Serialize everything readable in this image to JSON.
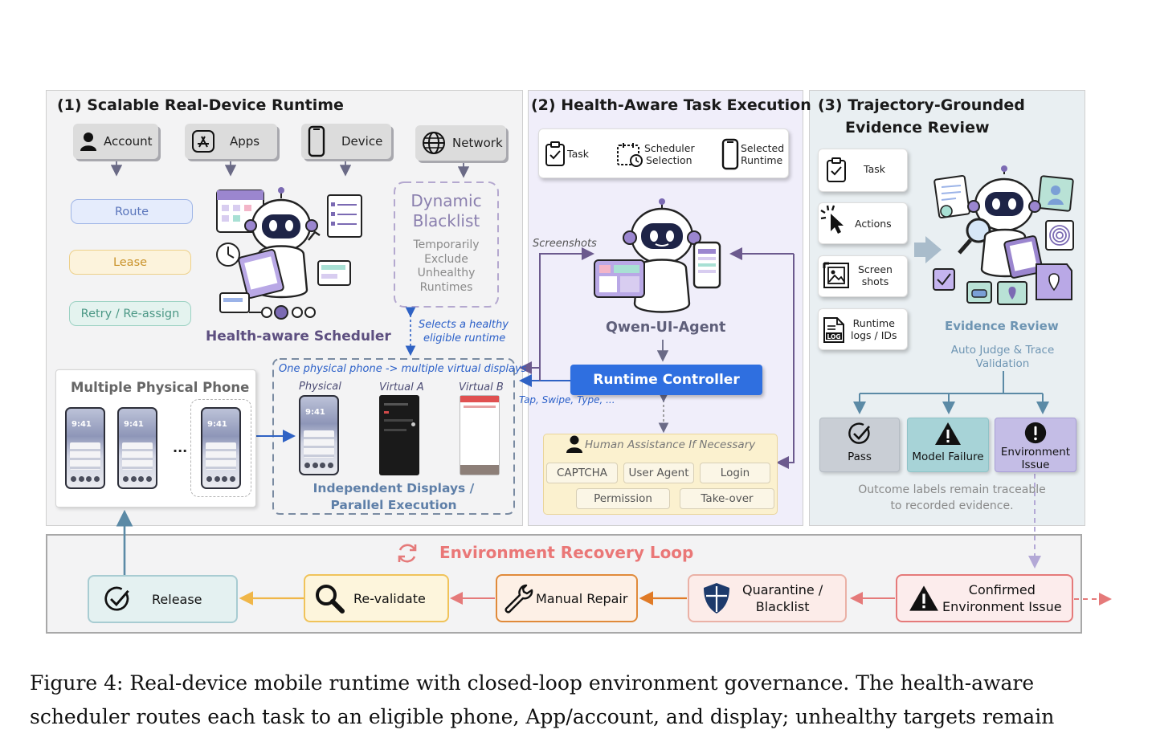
{
  "panels": {
    "p1": {
      "title": "(1) Scalable Real-Device Runtime"
    },
    "p2": {
      "title": "(2) Health-Aware Task Execution"
    },
    "p3": {
      "title_line1": "(3) Trajectory-Grounded",
      "title_line2": "Evidence Review"
    }
  },
  "resources": {
    "account": "Account",
    "apps": "Apps",
    "device": "Device",
    "network": "Network"
  },
  "policies": {
    "route": "Route",
    "lease": "Lease",
    "retry": "Retry / Re-assign"
  },
  "blacklist": {
    "title_line1": "Dynamic",
    "title_line2": "Blacklist",
    "desc_line1": "Temporarily",
    "desc_line2": "Exclude",
    "desc_line3": "Unhealthy",
    "desc_line4": "Runtimes"
  },
  "scheduler": {
    "label": "Health-aware Scheduler",
    "select_line1": "Selects a healthy",
    "select_line2": "eligible runtime"
  },
  "phones": {
    "title": "Multiple Physical Phone",
    "time": "9:41",
    "ellipsis": "...",
    "virtual_caption": "One physical phone -> multiple virtual displays",
    "physical": "Physical",
    "virtual_a": "Virtual A",
    "virtual_b": "Virtual B",
    "independent_line1": "Independent Displays /",
    "independent_line2": "Parallel Execution"
  },
  "flow": {
    "task": "Task",
    "scheduler_line1": "Scheduler",
    "scheduler_line2": "Selection",
    "selected_line1": "Selected",
    "selected_line2": "Runtime"
  },
  "agent": {
    "screenshots": "Screenshots",
    "name": "Qwen-UI-Agent",
    "controller": "Runtime Controller",
    "actions": "Tap, Swipe, Type, ..."
  },
  "human": {
    "title": "Human Assistance If Necessary",
    "chips": [
      "CAPTCHA",
      "User Agent",
      "Login",
      "Permission",
      "Take-over"
    ]
  },
  "evidence": {
    "items": [
      {
        "line1": "Task",
        "line2": ""
      },
      {
        "line1": "Actions",
        "line2": ""
      },
      {
        "line1": "Screen",
        "line2": "shots"
      },
      {
        "line1": "Runtime",
        "line2": "logs / IDs"
      }
    ],
    "review": "Evidence Review",
    "judge_line1": "Auto Judge & Trace",
    "judge_line2": "Validation",
    "pass": "Pass",
    "model_failure": "Model Failure",
    "env_line1": "Environment",
    "env_line2": "Issue",
    "trace_line1": "Outcome labels remain traceable",
    "trace_line2": "to recorded evidence."
  },
  "loop": {
    "title": "Environment Recovery Loop",
    "release": "Release",
    "revalidate": "Re-validate",
    "repair": "Manual Repair",
    "quarantine_line1": "Quarantine /",
    "quarantine_line2": "Blacklist",
    "confirmed_line1": "Confirmed",
    "confirmed_line2": "Environment Issue"
  },
  "caption": {
    "line1": "Figure 4:  Real-device mobile runtime with closed-loop environment governance.  The health-aware",
    "line2": "scheduler routes each task to an eligible phone, App/account, and display; unhealthy targets remain"
  },
  "colors": {
    "panel1_bg": "#f3f3f4",
    "panel2_bg": "#f0eefa",
    "panel3_bg": "#e9eff2",
    "controller": "#2f6fe0",
    "loop_red": "#e06a6a",
    "purple": "#6c5a8e",
    "teal_arrow": "#5b8aa6"
  }
}
